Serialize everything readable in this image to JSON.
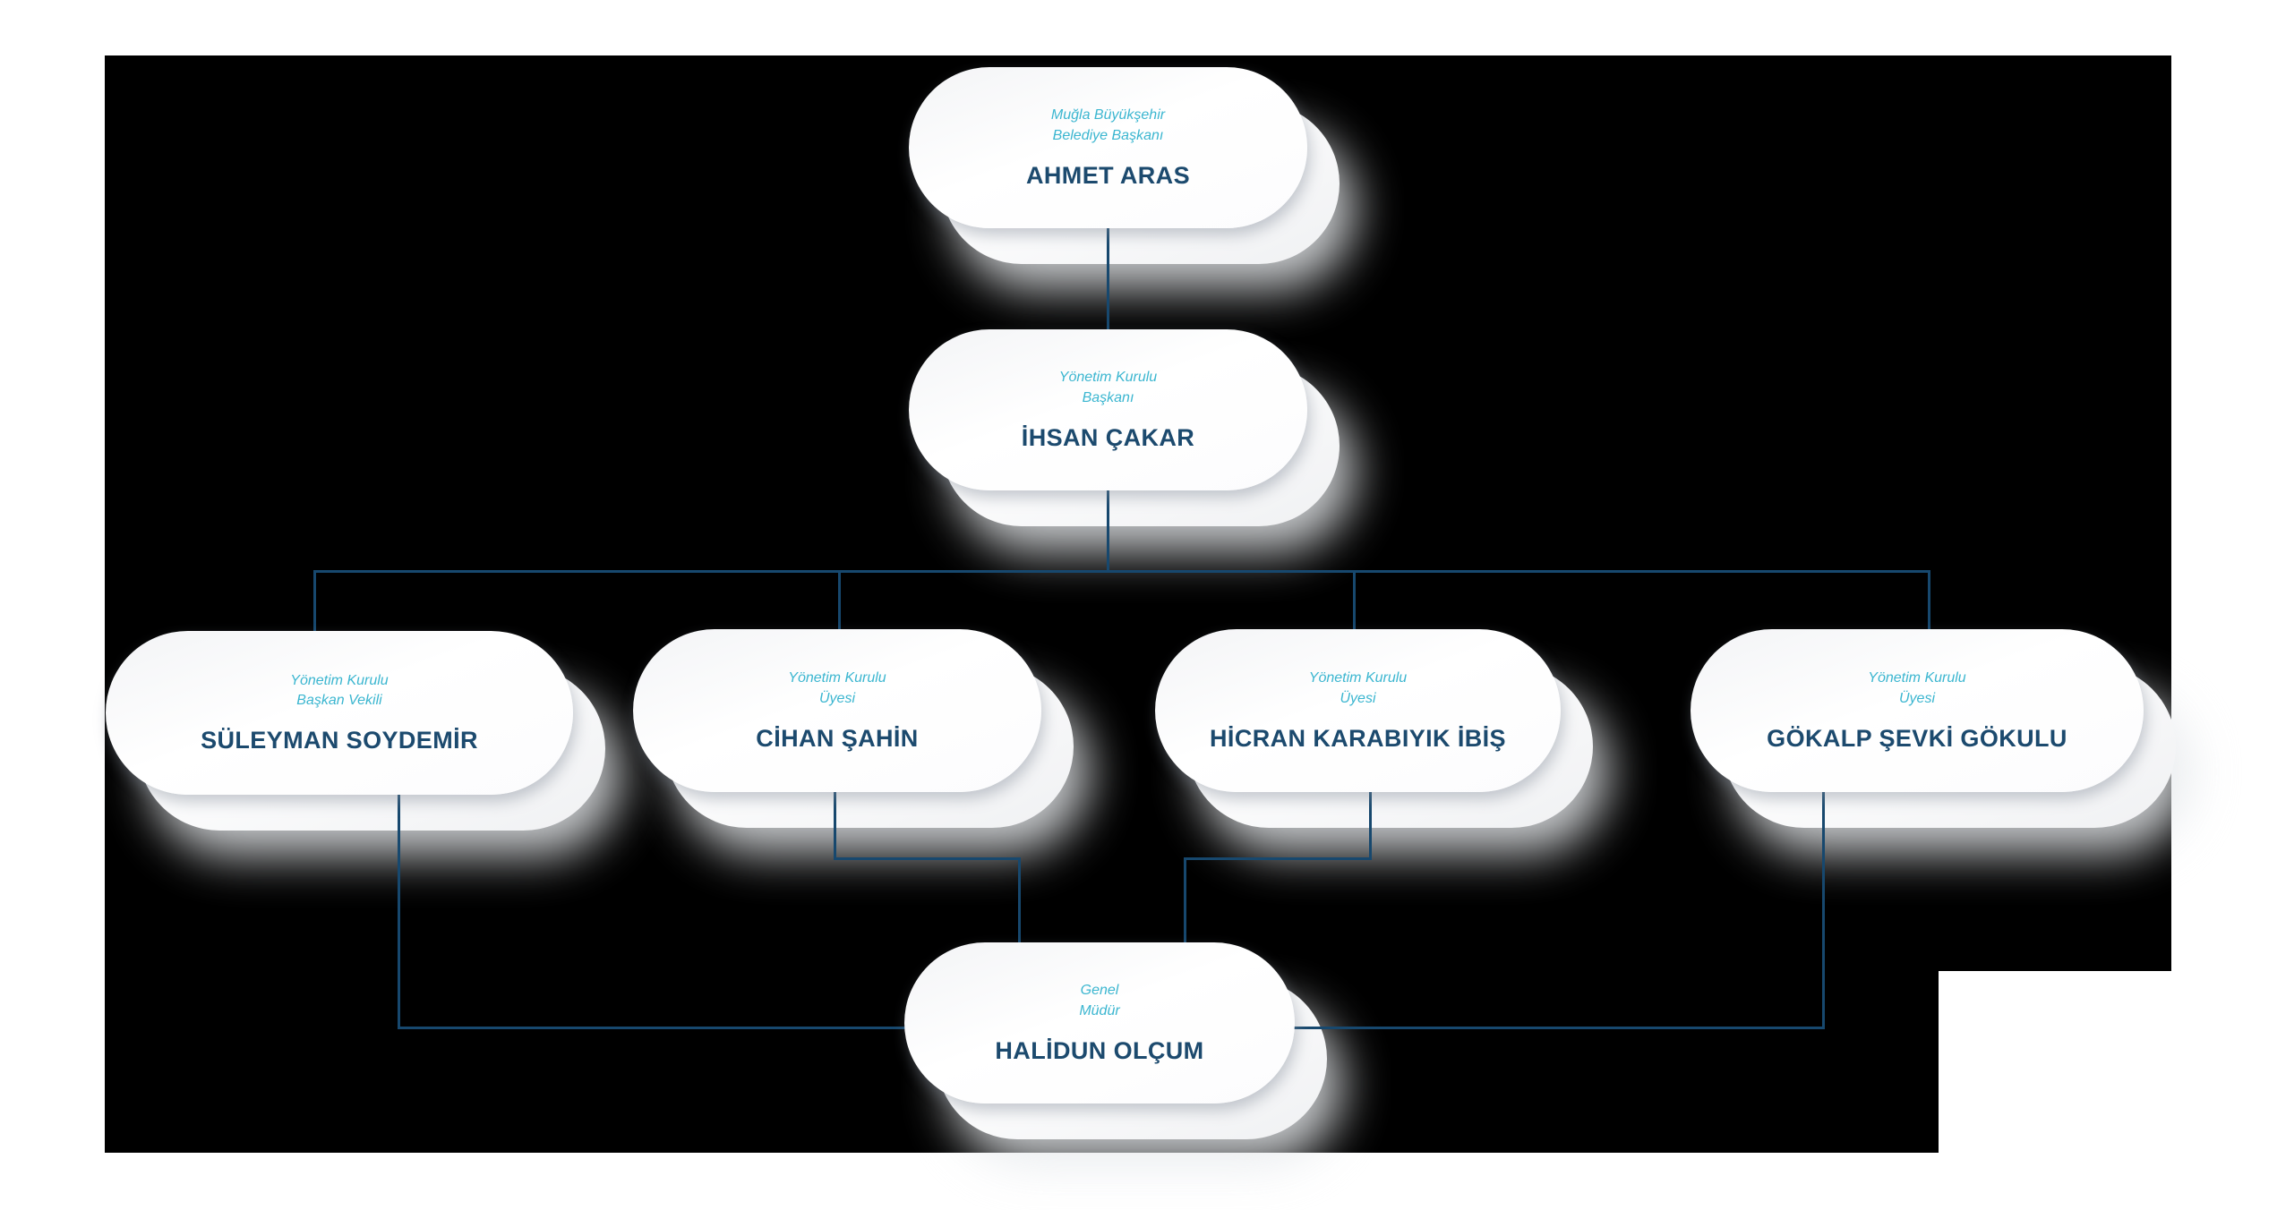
{
  "colors": {
    "page_margin": "#FFFFFF",
    "panel_background": "#000000",
    "pill_fill": "#FFFFFF",
    "pill_shadow": "#E7EAED",
    "title_text": "#3BB6D0",
    "name_text": "#1C4A6E",
    "connector": "#17486E"
  },
  "chart": {
    "type": "org-chart",
    "nodes": [
      {
        "id": "mayor",
        "title_line1": "Muğla Büyükşehir",
        "title_line2": "Belediye Başkanı",
        "name": "AHMET ARAS"
      },
      {
        "id": "board-chairman",
        "title_line1": "Yönetim Kurulu",
        "title_line2": "Başkanı",
        "name": "İHSAN ÇAKAR"
      },
      {
        "id": "vice-chairman",
        "title_line1": "Yönetim Kurulu",
        "title_line2": "Başkan Vekili",
        "name": "SÜLEYMAN SOYDEMİR"
      },
      {
        "id": "board-member-1",
        "title_line1": "Yönetim Kurulu",
        "title_line2": "Üyesi",
        "name": "CİHAN ŞAHİN"
      },
      {
        "id": "board-member-2",
        "title_line1": "Yönetim Kurulu",
        "title_line2": "Üyesi",
        "name": "HİCRAN KARABIYIK İBİŞ"
      },
      {
        "id": "board-member-3",
        "title_line1": "Yönetim Kurulu",
        "title_line2": "Üyesi",
        "name": "GÖKALP ŞEVKİ GÖKULU"
      },
      {
        "id": "general-manager",
        "title_line1": "Genel",
        "title_line2": "Müdür",
        "name": "HALİDUN OLÇUM"
      }
    ],
    "edges": [
      {
        "from": "mayor",
        "to": "board-chairman"
      },
      {
        "from": "board-chairman",
        "to": "vice-chairman"
      },
      {
        "from": "board-chairman",
        "to": "board-member-1"
      },
      {
        "from": "board-chairman",
        "to": "board-member-2"
      },
      {
        "from": "board-chairman",
        "to": "board-member-3"
      },
      {
        "from": "vice-chairman",
        "to": "general-manager"
      },
      {
        "from": "board-member-1",
        "to": "general-manager"
      },
      {
        "from": "board-member-2",
        "to": "general-manager"
      },
      {
        "from": "board-member-3",
        "to": "general-manager"
      }
    ]
  }
}
